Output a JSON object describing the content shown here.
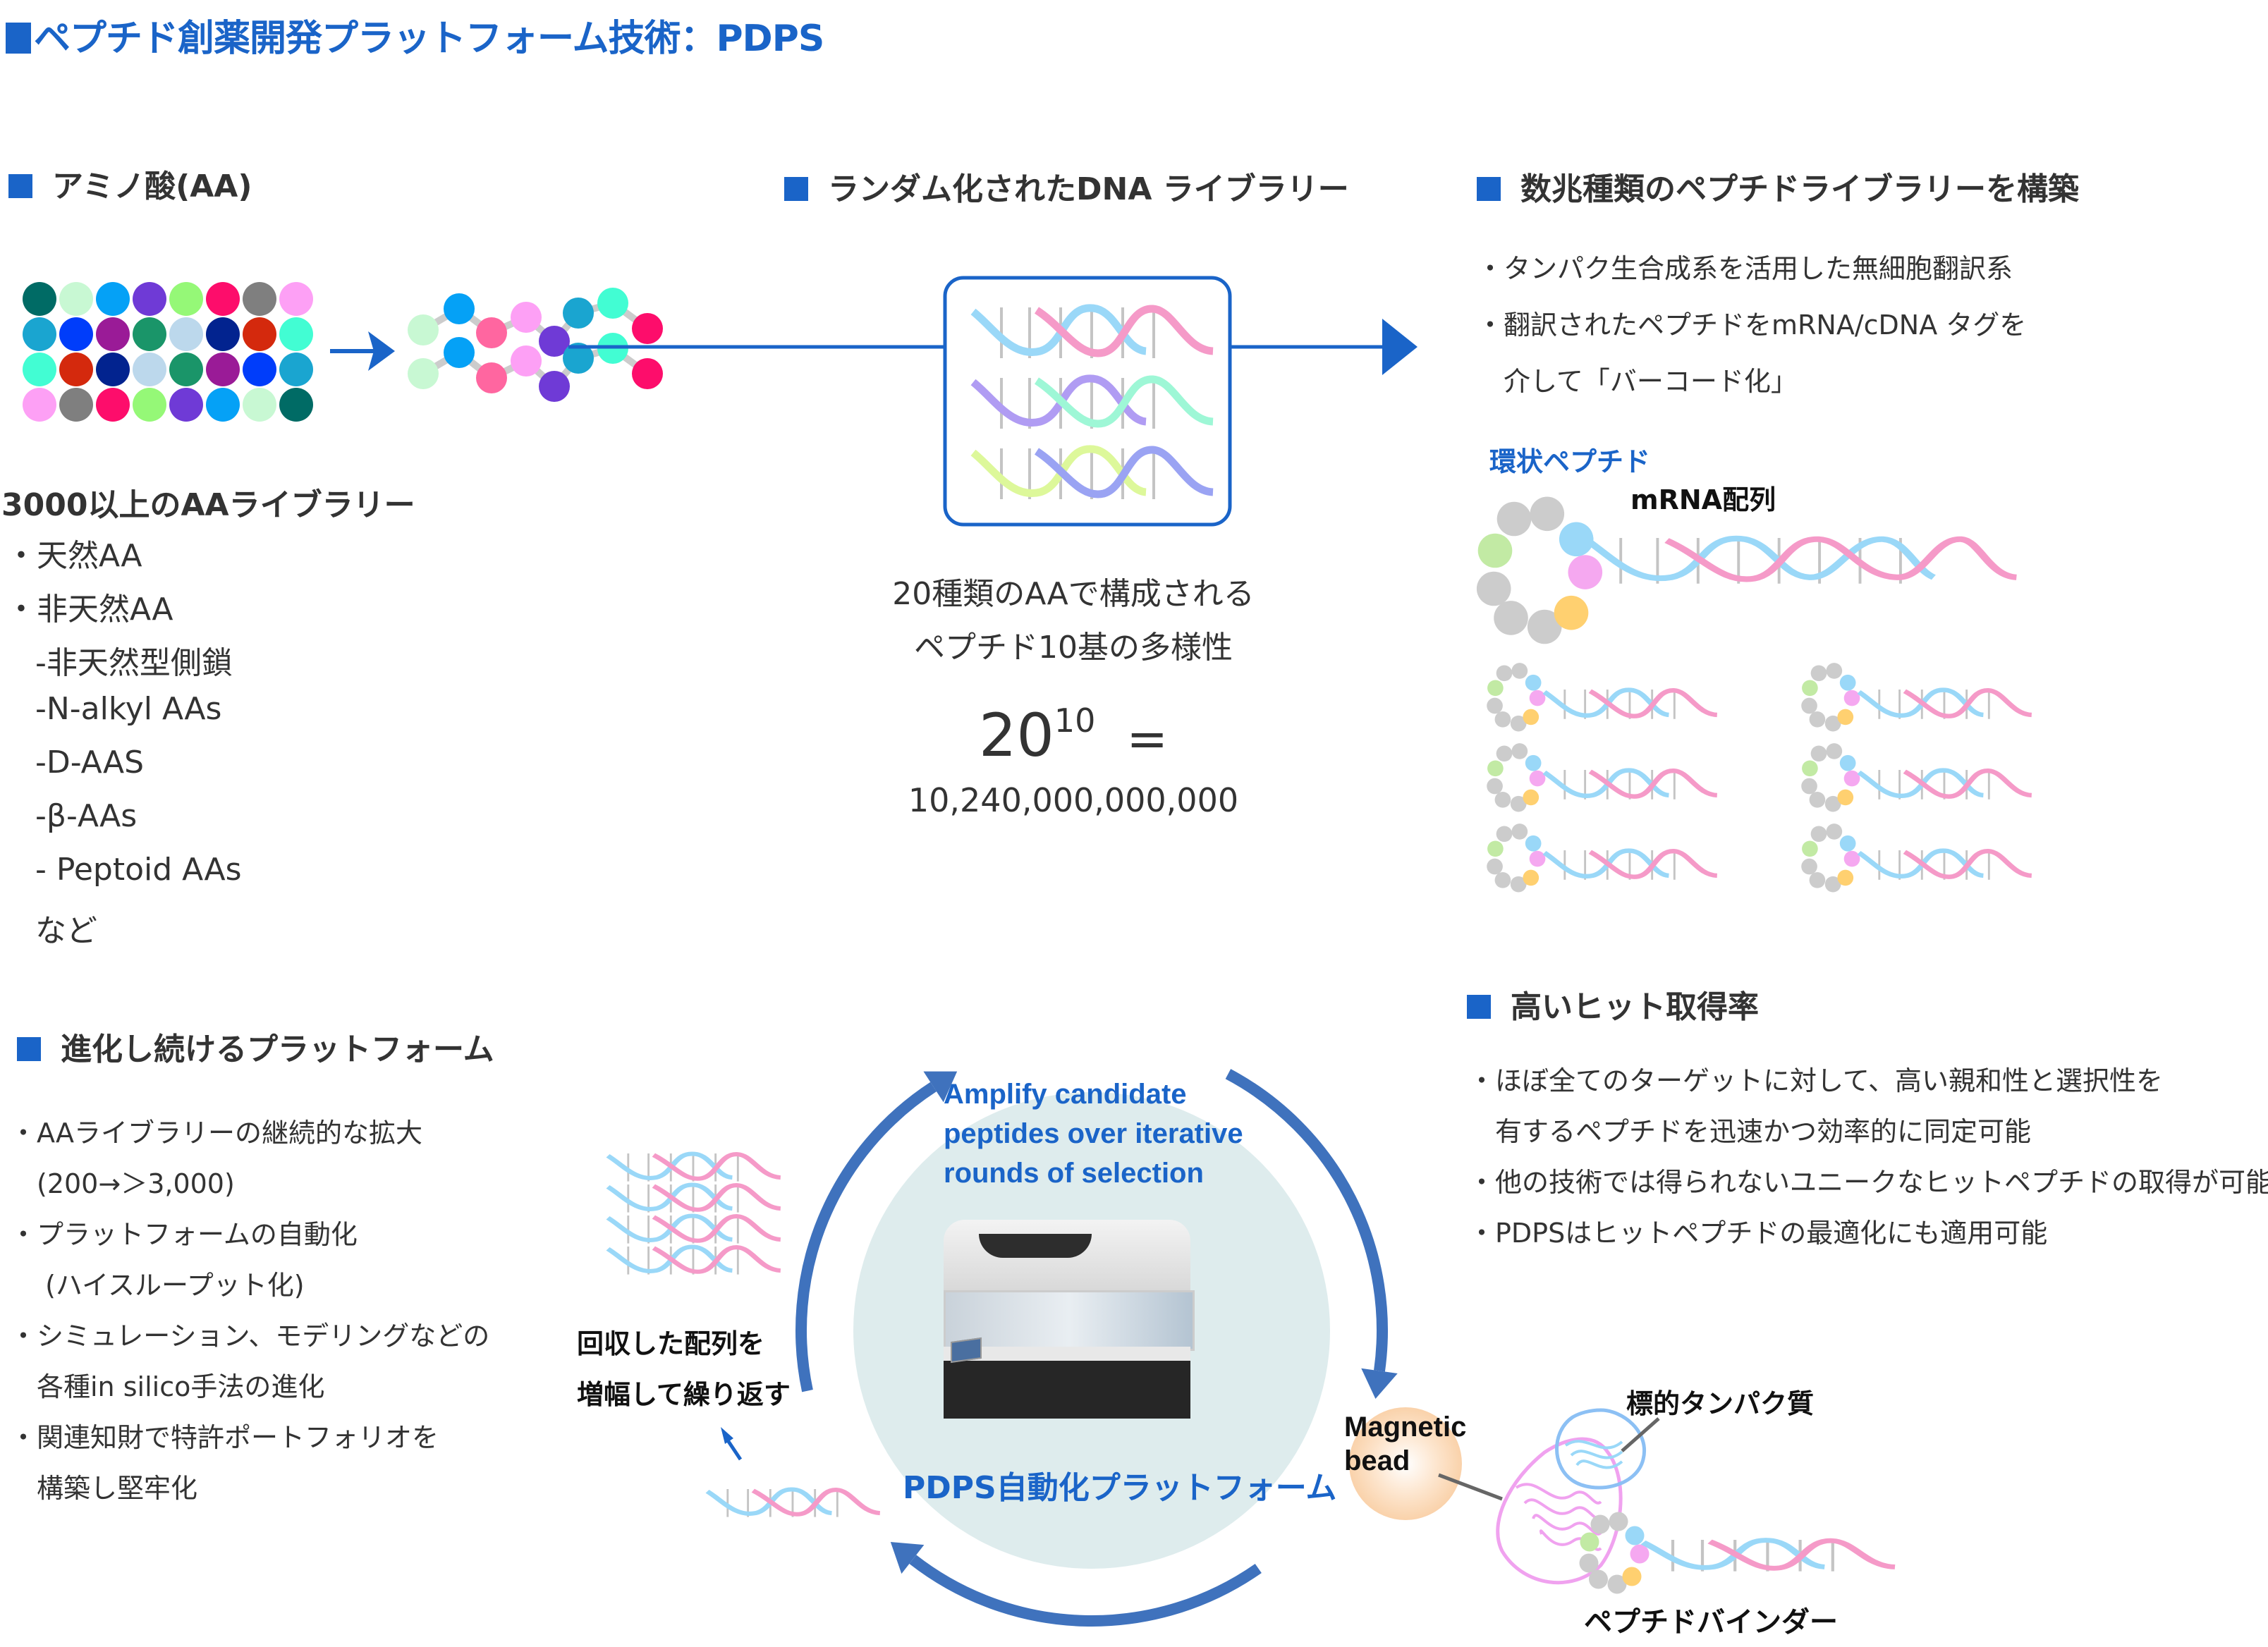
{
  "title": "ペプチド創薬開発プラットフォーム技術：PDPS",
  "sections": {
    "amino_acid": {
      "heading": "アミノ酸(AA)",
      "library_title": "3000以上のAAライブラリー",
      "items": [
        "・天然AA",
        "・非天然AA",
        "-非天然型側鎖",
        "-N-alkyl AAs",
        "-D-AAS",
        "-β-AAs",
        "- Peptoid AAs",
        "など"
      ]
    },
    "dna_library": {
      "heading": "ランダム化されたDNA ライブラリー",
      "desc_line1": "20種類のAAで構成される",
      "desc_line2": "ペプチド10基の多様性",
      "base": "20",
      "exponent": "10",
      "equals": "=",
      "result": "10,240,000,000,000"
    },
    "peptide_library": {
      "heading": "数兆種類のペプチドライブラリーを構築",
      "bullets": [
        "・タンパク生合成系を活用した無細胞翻訳系",
        "・翻訳されたペプチドをmRNA/cDNA タグを",
        "　介して「バーコード化」"
      ],
      "cyclic_label": "環状ペプチド",
      "mrna_label": "mRNA配列"
    },
    "hit_rate": {
      "heading": "高いヒット取得率",
      "bullets": [
        "・ほぼ全てのターゲットに対して、高い親和性と選択性を",
        "　有するペプチドを迅速かつ効率的に同定可能",
        "・他の技術では得られないユニークなヒットペプチドの取得が可能",
        "・PDPSはヒットペプチドの最適化にも適用可能"
      ]
    },
    "evolving": {
      "heading": "進化し続けるプラットフォーム",
      "bullets": [
        "・AAライブラリーの継続的な拡大",
        "　(200→＞3,000)",
        "・プラットフォームの自動化",
        "　 (ハイスループット化)",
        "・シミュレーション、モデリングなどの",
        "　各種in silico手法の進化",
        "・関連知財で特許ポートフォリオを",
        "　構築し堅牢化"
      ]
    },
    "cycle": {
      "amplify_text": [
        "Amplify candidate",
        "peptides over iterative",
        "rounds of selection"
      ],
      "platform_label": "PDPS自動化プラットフォーム",
      "recover_text": [
        "回収した配列を",
        "増幅して繰り返す"
      ],
      "bead_label": [
        "Magnetic",
        "bead"
      ],
      "target_label": "標的タンパク質",
      "binder_label": "ペプチドバインダー"
    }
  },
  "icons": {
    "section_marker": "blue-square-icon",
    "flow_arrow": "arrow-right-icon",
    "cycle_arrow": "curved-arrow-icon",
    "dna": "dna-helix-icon"
  },
  "colors": {
    "accent": "#1a64c8",
    "arrow": "#3f72bd",
    "circle_bg": "#deeced",
    "text": "#333333",
    "dna_blue": "#9ad8f8",
    "dna_pink": "#f59ac8",
    "bead": "#fbd6b0",
    "aa_palette": [
      "#006b65",
      "#c8f8d3",
      "#05a1f6",
      "#6f3ad6",
      "#95f877",
      "#fd0d6b",
      "#7f7f7f",
      "#fda0f5",
      "#1aa5d0",
      "#003dfa",
      "#9a1b97",
      "#1a9569",
      "#bcd8ec",
      "#02238f",
      "#d4290d",
      "#42fdd3"
    ]
  }
}
